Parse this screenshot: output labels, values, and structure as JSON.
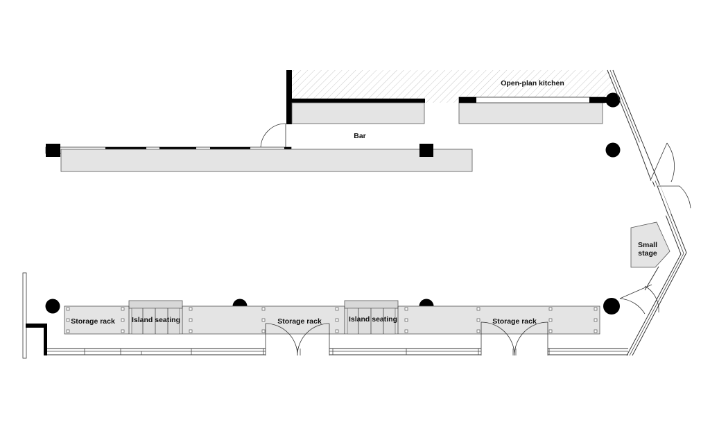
{
  "labels": {
    "kitchen": "Open-plan kitchen",
    "bar": "Bar",
    "stage_line1": "Small",
    "stage_line2": "stage",
    "storage_rack_1": "Storage rack",
    "island_seating_1": "Island seating",
    "storage_rack_2": "Storage rack",
    "island_seating_2": "Island seating",
    "storage_rack_3": "Storage rack"
  },
  "colors": {
    "wall": "#000000",
    "counter_fill": "#e4e4e4",
    "hatch": "#cccccc",
    "background": "#ffffff"
  }
}
